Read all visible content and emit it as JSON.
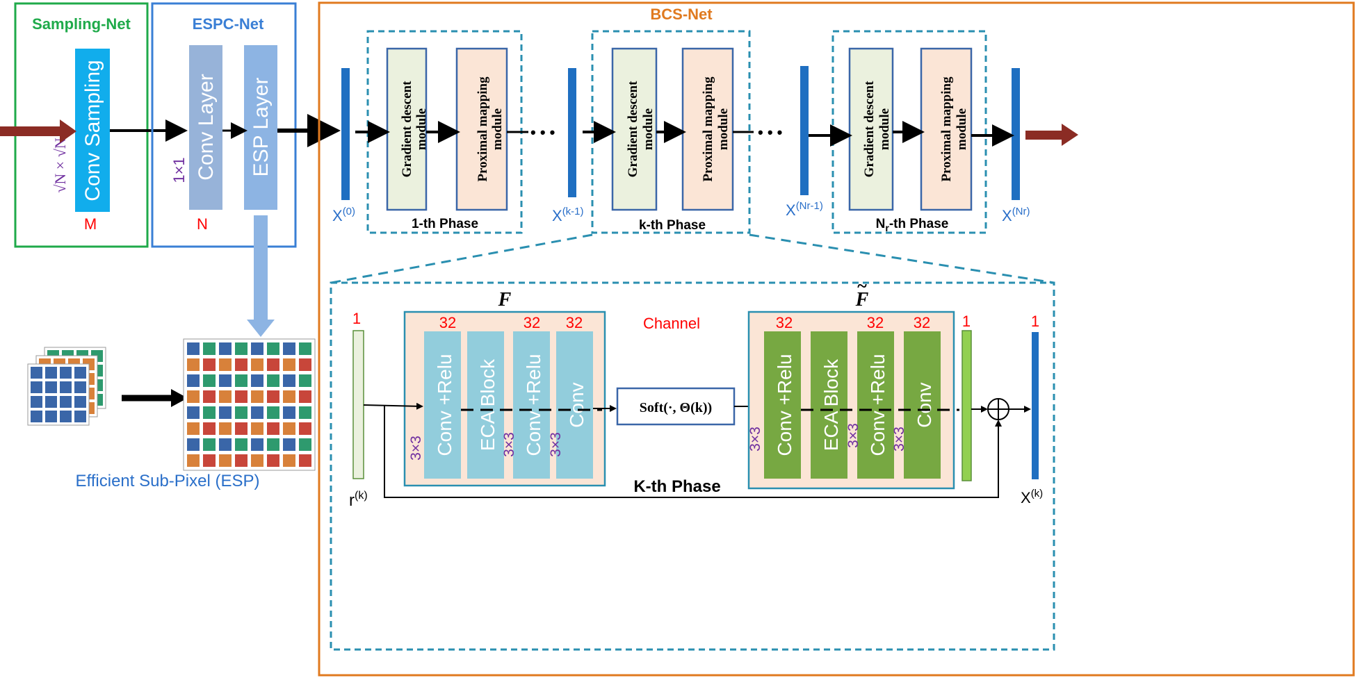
{
  "colors": {
    "sampling_net": "#1faa4a",
    "espc_net": "#3a7fd5",
    "bcs_net": "#e07a1f",
    "dashed_teal": "#2a8fb0",
    "io_arrow": "#8b2c24",
    "sampling_block": "#11adec",
    "conv_layer_block": "#97b3d9",
    "esp_layer_block": "#8db4e3",
    "gd_module_fill": "#ebf1de",
    "pm_module_fill": "#fbe5d6",
    "module_border": "#3a66a8",
    "vector_bar": "#1f6fc1",
    "red_label": "#ff0000",
    "purple_label": "#7030a0",
    "blue_label": "#2a6fc9",
    "f_block_fill": "#fbe5d6",
    "f_conv_fill": "#92cddc",
    "ft_block_fill": "#92d050",
    "ft_conv_fill": "#77a842"
  },
  "sampling_net": {
    "title": "Sampling-Net",
    "block_label": "Conv  Sampling",
    "kernel_label": "√N × √N",
    "channel_label": "M"
  },
  "espc_net": {
    "title": "ESPC-Net",
    "conv_layer_label": "Conv Layer",
    "esp_layer_label": "ESP Layer",
    "kernel_label": "1×1",
    "channel_label": "N"
  },
  "esp_illustration": {
    "caption": "Efficient Sub-Pixel (ESP)"
  },
  "bcs_net": {
    "title": "BCS-Net",
    "x0": {
      "base": "X",
      "sup": "(0)"
    },
    "xk1": {
      "base": "X",
      "sup": "(k-1)"
    },
    "xnr1": {
      "base": "X",
      "sup": "(Nr-1)"
    },
    "xnr": {
      "base": "X",
      "sup": "(Nr)"
    },
    "dots": "• • •",
    "phases": [
      {
        "label": "1-th Phase",
        "gd_line1": "Gradient descent",
        "gd_line2": "module",
        "pm_line1": "Proximal mapping",
        "pm_line2": "module"
      },
      {
        "label": "k-th Phase",
        "gd_line1": "Gradient descent",
        "gd_line2": "module",
        "pm_line1": "Proximal mapping",
        "pm_line2": "module"
      },
      {
        "label_base": "N",
        "label_sub": "r",
        "label_rest": "-th Phase",
        "gd_line1": "Gradient descent",
        "gd_line2": "module",
        "pm_line1": "Proximal mapping",
        "pm_line2": "module"
      }
    ]
  },
  "kth_phase_detail": {
    "title": "K-th Phase",
    "input": {
      "base": "r",
      "sup": "(k)",
      "channels": "1"
    },
    "output": {
      "base": "X",
      "sup": "(k)",
      "channels": "1"
    },
    "channel_word": "Channel",
    "F": {
      "symbol": "F",
      "channels": [
        "32",
        "32",
        "32"
      ],
      "blocks": [
        "Conv +Relu",
        "ECA Block",
        "Conv +Relu",
        "Conv"
      ],
      "kernels": [
        "3×3",
        "3×3",
        "3×3"
      ]
    },
    "soft_label": "Soft(·, Θ(k))",
    "F_tilde": {
      "symbol": "F",
      "tilde": "~",
      "channels": [
        "32",
        "32",
        "32"
      ],
      "blocks": [
        "Conv +Relu",
        "ECA Block",
        "Conv +Relu",
        "Conv"
      ],
      "kernels": [
        "3×3",
        "3×3",
        "3×3"
      ],
      "out_channels": "1"
    },
    "adder_symbol": "⊕"
  }
}
